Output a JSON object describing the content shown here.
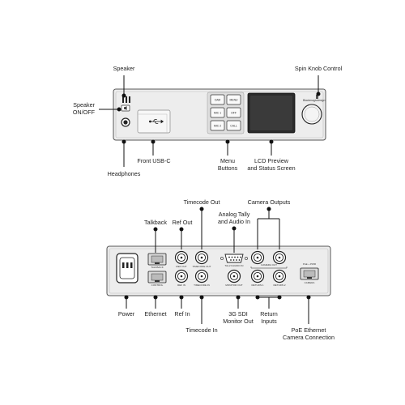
{
  "front_panel": {
    "labels": {
      "speaker": "Speaker",
      "spin_knob": "Spin Knob Control",
      "speaker_onoff_1": "Speaker",
      "speaker_onoff_2": "ON/OFF",
      "front_usbc": "Front USB-C",
      "headphones": "Headphones",
      "menu_buttons_1": "Menu",
      "menu_buttons_2": "Buttons",
      "lcd_1": "LCD Preview",
      "lcd_2": "and Status Screen"
    },
    "buttons": [
      "CAM",
      "MENU",
      "MIC 1",
      "OFF",
      "MIC 2",
      "CALL"
    ],
    "brand": "Blackmagicdesign"
  },
  "rear_panel": {
    "labels": {
      "timecode_out": "Timecode Out",
      "camera_outputs": "Camera Outputs",
      "talkback": "Talkback",
      "ref_out": "Ref Out",
      "analog_tally_1": "Analog Tally",
      "analog_tally_2": "and Audio In",
      "power": "Power",
      "ethernet": "Ethernet",
      "ref_in": "Ref In",
      "sdi_monitor_1": "3G SDI",
      "sdi_monitor_2": "Monitor Out",
      "return_1": "Return",
      "return_2": "Inputs",
      "timecode_in": "Timecode In",
      "poe_1": "PoE Ethernet",
      "poe_2": "Camera Connection"
    },
    "port_texts": {
      "talkback": "TALKBACK",
      "control": "CONTROL",
      "ref_out": "REF OUT",
      "ref_in": "REF IN",
      "tc_out": "TIMECODE OUT",
      "tc_in": "TIMECODE IN",
      "tally": "TALLY/AUDIO IN",
      "monitor": "MONITOR OUT",
      "camera_out": "CAMERA OUT",
      "return1": "RETURN 1",
      "return2": "RETURN 2",
      "poe_top": "PoE + PWR",
      "camera": "CAMERA"
    }
  }
}
